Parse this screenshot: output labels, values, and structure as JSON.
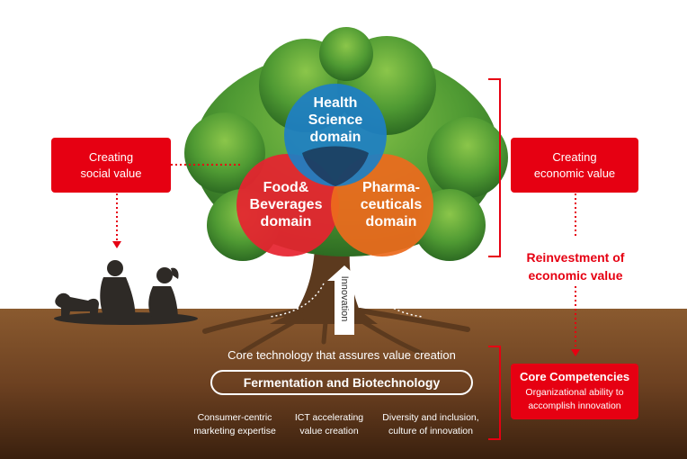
{
  "left_box": {
    "lines": [
      "Creating",
      "social value"
    ]
  },
  "right_box": {
    "lines": [
      "Creating",
      "economic value"
    ]
  },
  "reinvestment": {
    "lines": [
      "Reinvestment of",
      "economic value"
    ]
  },
  "core_competencies": {
    "title": "Core Competencies",
    "lines": [
      "Organizational ability to",
      "accomplish innovation"
    ]
  },
  "domains": {
    "health": {
      "lines": [
        "Health",
        "Science",
        "domain"
      ],
      "color": "#1e7fc4"
    },
    "food": {
      "lines": [
        "Food&",
        "Beverages",
        "domain"
      ],
      "color": "#e6242f"
    },
    "pharma": {
      "lines": [
        "Pharma-",
        "ceuticals",
        "domain"
      ],
      "color": "#ec6a1d"
    }
  },
  "innovation_label": "Innovation",
  "core_technology": "Core technology that assures value creation",
  "fermentation": "Fermentation and Biotechnology",
  "competency_items": [
    {
      "lines": [
        "Consumer-centric",
        "marketing expertise"
      ]
    },
    {
      "lines": [
        "ICT accelerating",
        "value creation"
      ]
    },
    {
      "lines": [
        "Diversity and inclusion,",
        "culture of innovation"
      ]
    }
  ],
  "colors": {
    "accent_red": "#e60012",
    "soil": "#7a4a24",
    "leaf": "#4f9a33"
  }
}
